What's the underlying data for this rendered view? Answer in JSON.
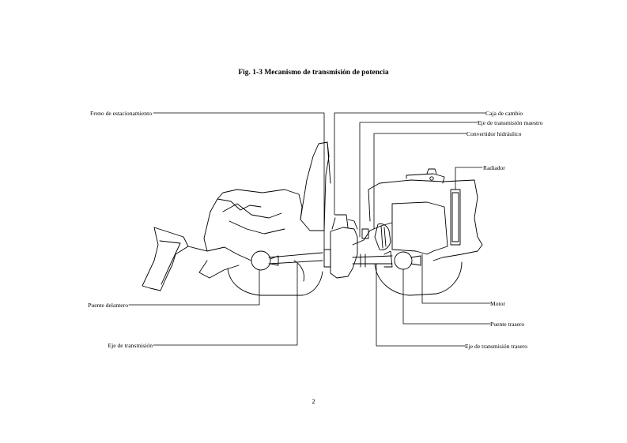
{
  "figure": {
    "title": "Fig. 1-3 Mecanismo de transmisión de potencia",
    "labels": {
      "freno": "Freno de estacionamiento",
      "caja": "Caja de cambio",
      "eje_maestro": "Eje de transmisión maestro",
      "convertidor": "Convertidor hidráulico",
      "radiador": "Radiador",
      "motor": "Motor",
      "puente_trasero": "Puente trasero",
      "eje_trasero": "Eje de transmisión trasero",
      "puente_delantero": "Puente delantero",
      "eje_transmision": "Eje de transmisión"
    }
  },
  "page_number": "2"
}
